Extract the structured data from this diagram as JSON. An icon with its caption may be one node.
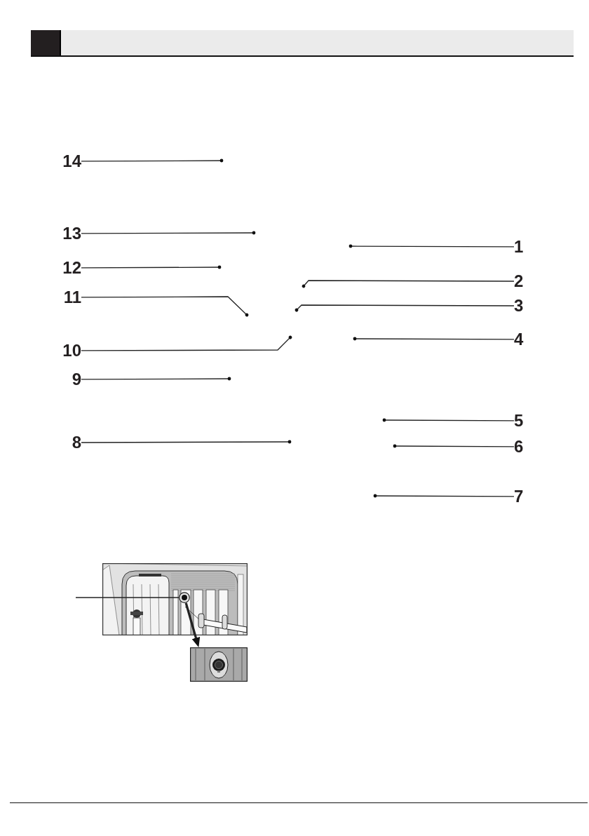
{
  "diagram": {
    "nodes": [
      {
        "text": [
          "1"
        ]
      },
      {
        "text": [
          "2"
        ]
      },
      {
        "text": [
          "3"
        ]
      },
      {
        "text": [
          "4"
        ]
      },
      {
        "text": [
          "5"
        ]
      },
      {
        "text": [
          "6"
        ]
      },
      {
        "text": [
          "7"
        ]
      },
      {
        "text": [
          "8"
        ]
      },
      {
        "text": [
          "9"
        ]
      },
      {
        "text": [
          "10"
        ]
      },
      {
        "text": [
          "11"
        ]
      },
      {
        "text": [
          "12"
        ]
      },
      {
        "text": [
          "13"
        ]
      },
      {
        "text": [
          "14"
        ]
      },
      {
        "text": [],
        "shape": "picture"
      },
      {
        "text": [],
        "shape": "circle",
        "in": 14
      },
      {
        "text": [],
        "shape": "picture"
      }
    ],
    "edges": [
      {
        "from": 0,
        "to": null,
        "arrow": "other"
      },
      {
        "from": 1,
        "to": null,
        "arrow": "other"
      },
      {
        "from": 2,
        "to": null,
        "arrow": "other"
      },
      {
        "from": 3,
        "to": null,
        "arrow": "other"
      },
      {
        "from": 4,
        "to": null,
        "arrow": "other"
      },
      {
        "from": 5,
        "to": null,
        "arrow": "other"
      },
      {
        "from": 6,
        "to": null,
        "arrow": "other"
      },
      {
        "from": 7,
        "to": null,
        "arrow": "other"
      },
      {
        "from": 8,
        "to": null,
        "arrow": "other"
      },
      {
        "from": 9,
        "to": null,
        "arrow": "other"
      },
      {
        "from": 10,
        "to": null,
        "arrow": "other"
      },
      {
        "from": 11,
        "to": null,
        "arrow": "other"
      },
      {
        "from": 12,
        "to": null,
        "arrow": "other"
      },
      {
        "from": 13,
        "to": null,
        "arrow": "other"
      },
      {
        "from": null,
        "to": 15,
        "arrow": "none"
      },
      {
        "from": 15,
        "to": 16,
        "arrow": "to",
        "style": "thick"
      }
    ]
  }
}
